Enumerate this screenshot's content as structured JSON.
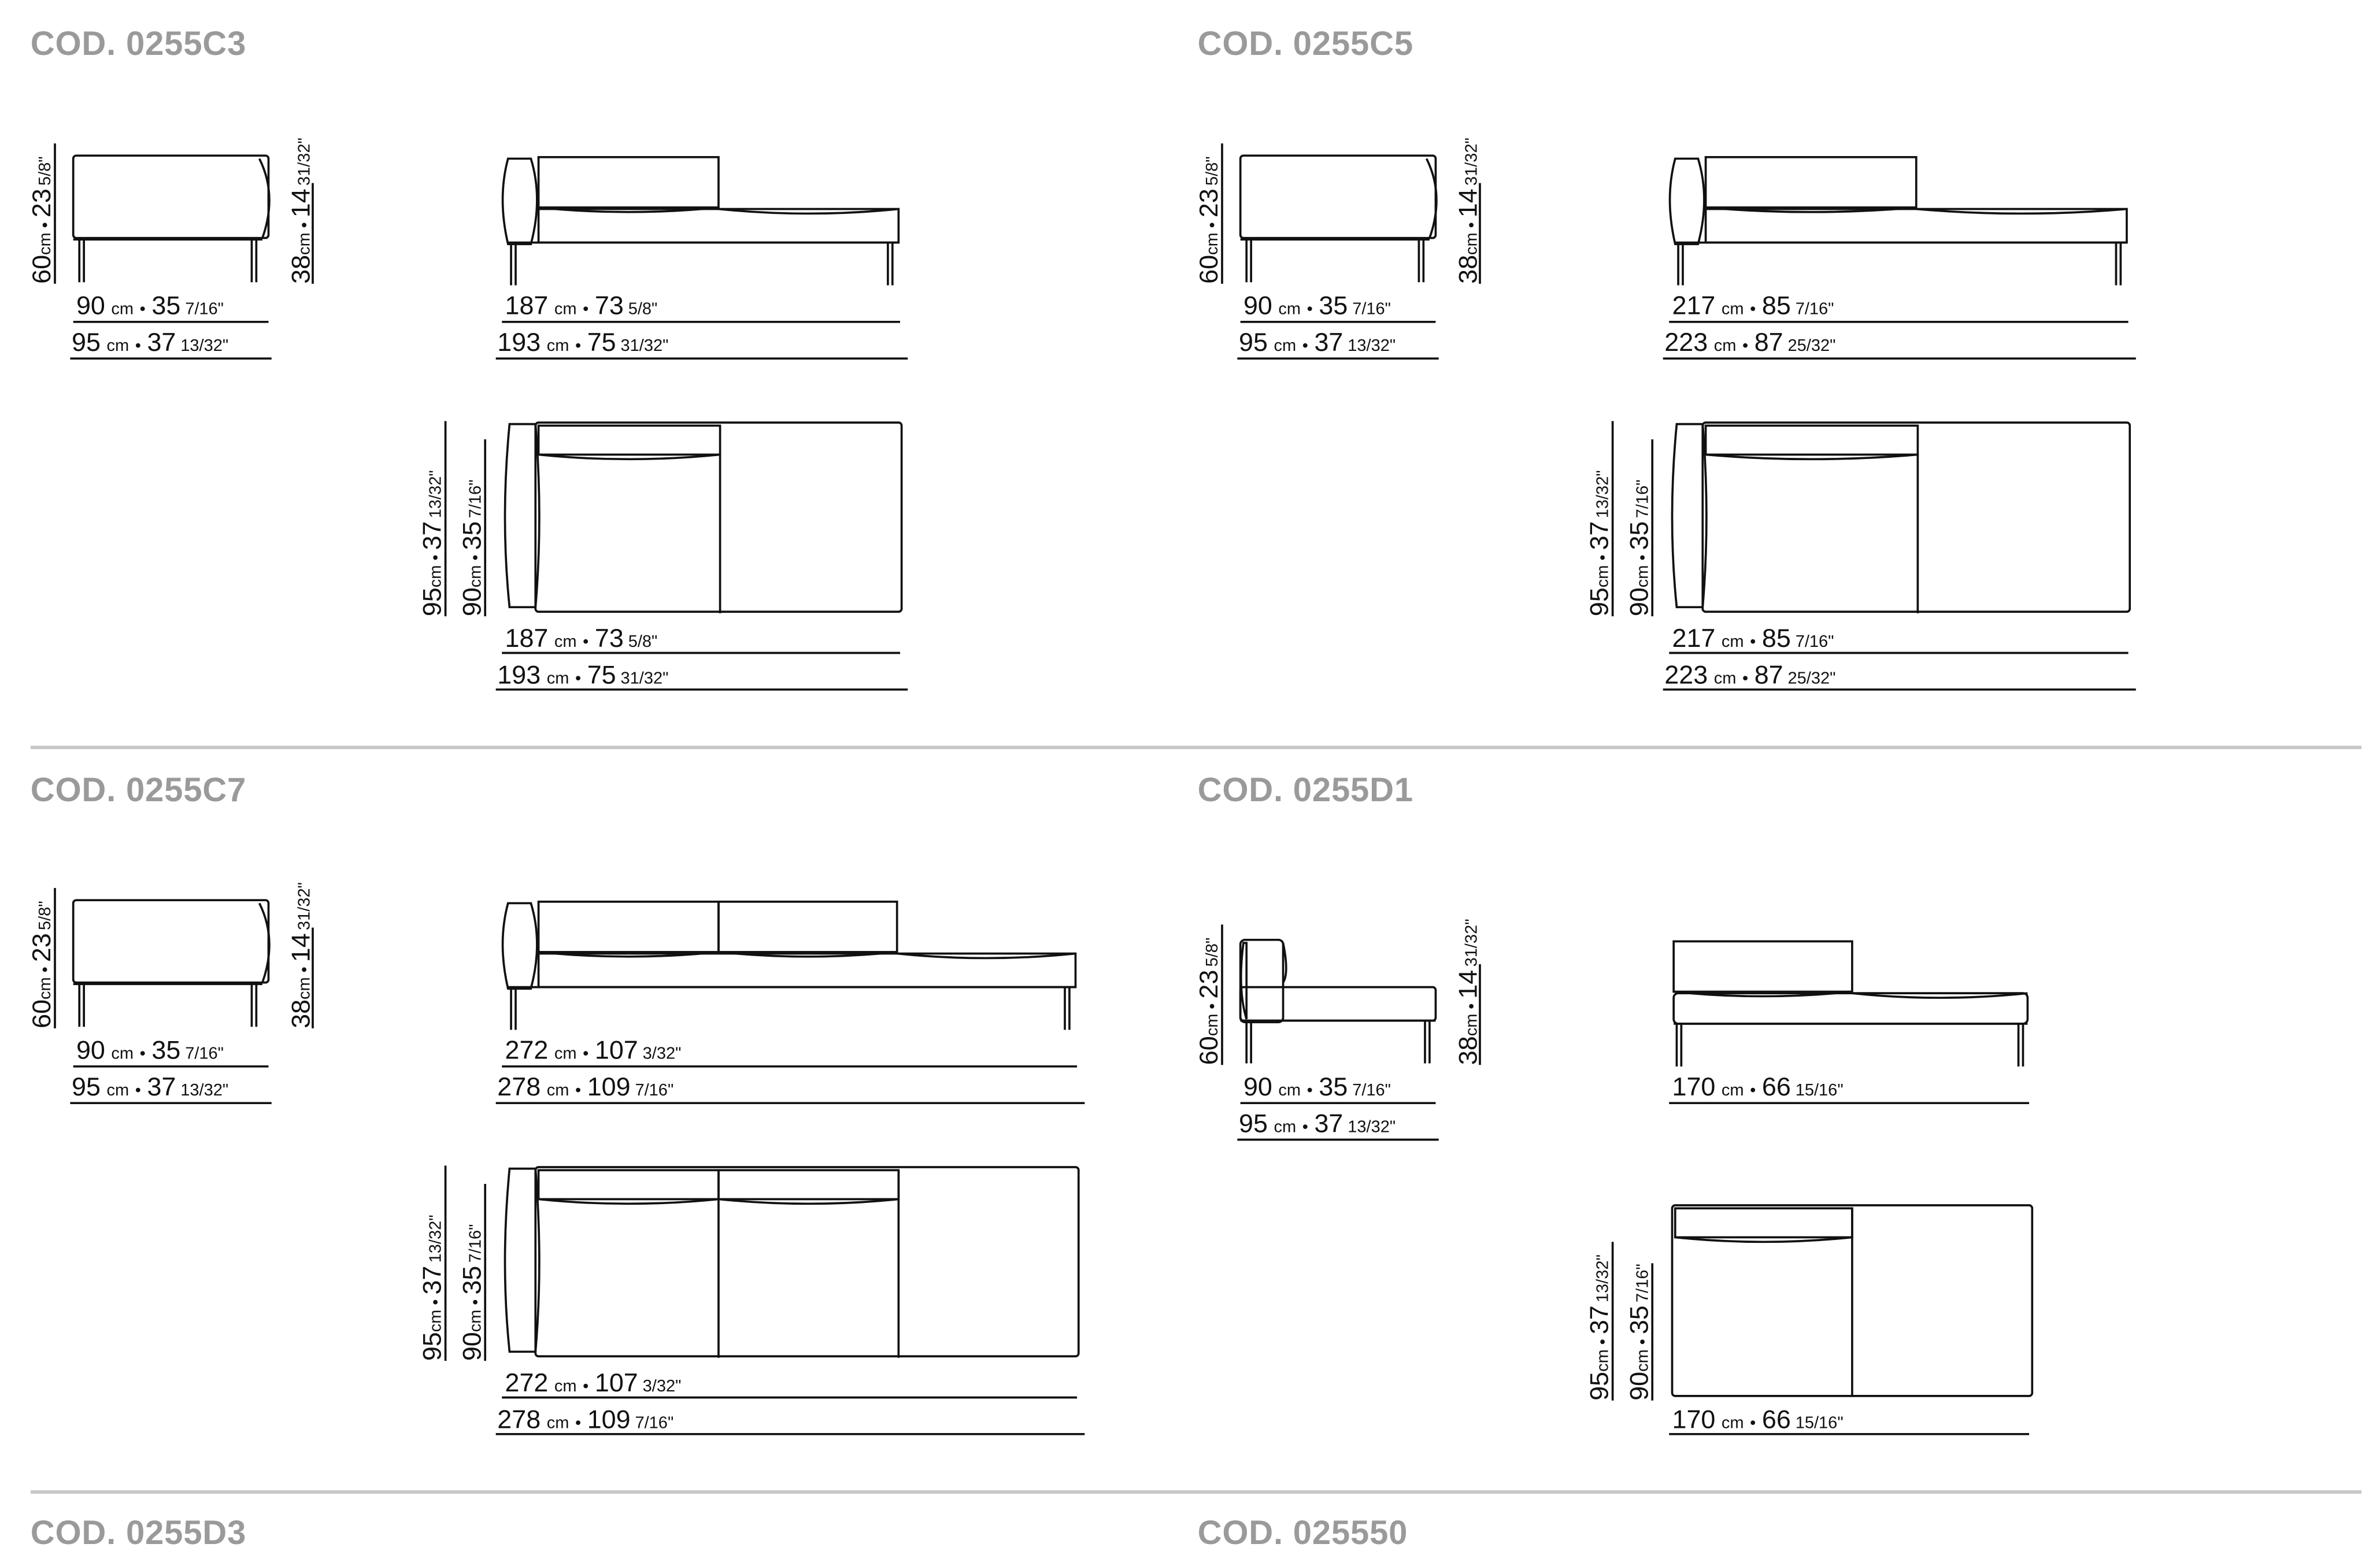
{
  "sections": [
    {
      "code": "COD. 0255C3"
    },
    {
      "code": "COD. 0255C5"
    },
    {
      "code": "COD. 0255C7"
    },
    {
      "code": "COD. 0255D1"
    },
    {
      "code": "COD. 0255D3"
    },
    {
      "code": "COD. 025550"
    }
  ],
  "units": {
    "cm": "cm",
    "sep": "•"
  },
  "dims": {
    "h60": {
      "cm": "60",
      "inch": "23",
      "frac": "5/8\""
    },
    "h38": {
      "cm": "38",
      "inch": "14",
      "frac": "31/32\""
    },
    "w90": {
      "cm": "90",
      "inch": "35",
      "frac": "7/16\""
    },
    "w95": {
      "cm": "95",
      "inch": "37",
      "frac": "13/32\""
    },
    "w187": {
      "cm": "187",
      "inch": "73",
      "frac": "5/8\""
    },
    "w193": {
      "cm": "193",
      "inch": "75",
      "frac": "31/32\""
    },
    "w217": {
      "cm": "217",
      "inch": "85",
      "frac": "7/16\""
    },
    "w223": {
      "cm": "223",
      "inch": "87",
      "frac": "25/32\""
    },
    "w272": {
      "cm": "272",
      "inch": "107",
      "frac": "3/32\""
    },
    "w278": {
      "cm": "278",
      "inch": "109",
      "frac": "7/16\""
    },
    "w170": {
      "cm": "170",
      "inch": "66",
      "frac": "15/16\""
    }
  }
}
